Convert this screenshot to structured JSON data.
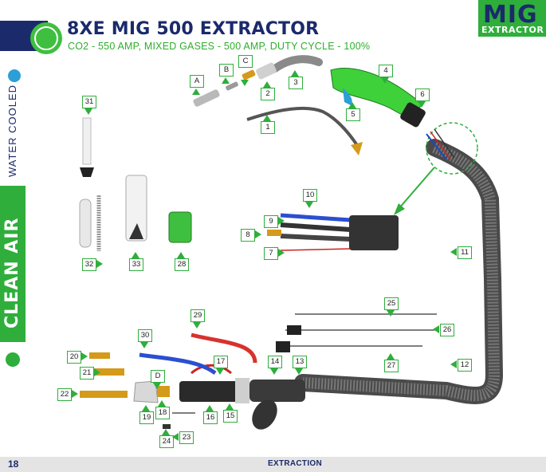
{
  "header": {
    "title": "8XE MIG 500 EXTRACTOR",
    "subtitle": "CO2 - 550 AMP, MIXED GASES - 500 AMP, DUTY CYCLE - 100%"
  },
  "badge": {
    "main": "MIG",
    "sub": "EXTRACTOR"
  },
  "side": {
    "water_label": "WATER COOLED",
    "clean_label": "CLEAN AIR"
  },
  "footer": {
    "page_number": "18",
    "section": "EXTRACTION"
  },
  "colors": {
    "navy": "#1b2a6b",
    "green": "#2fae3c",
    "bright_green": "#3fbf3f",
    "blue": "#2b9fd6"
  },
  "callouts": {
    "c1": "1",
    "c2": "2",
    "c3": "3",
    "c4": "4",
    "c5": "5",
    "c6": "6",
    "c7": "7",
    "c8": "8",
    "c9": "9",
    "c10": "10",
    "c11": "11",
    "c12": "12",
    "c13": "13",
    "c14": "14",
    "c15": "15",
    "c16": "16",
    "c17": "17",
    "c18": "18",
    "c19": "19",
    "c20": "20",
    "c21": "21",
    "c22": "22",
    "c23": "23",
    "c24": "24",
    "c25": "25",
    "c26": "26",
    "c27": "27",
    "c28": "28",
    "c29": "29",
    "c30": "30",
    "c31": "31",
    "c32": "32",
    "c33": "33",
    "cA": "A",
    "cB": "B",
    "cC": "C",
    "cD": "D"
  }
}
